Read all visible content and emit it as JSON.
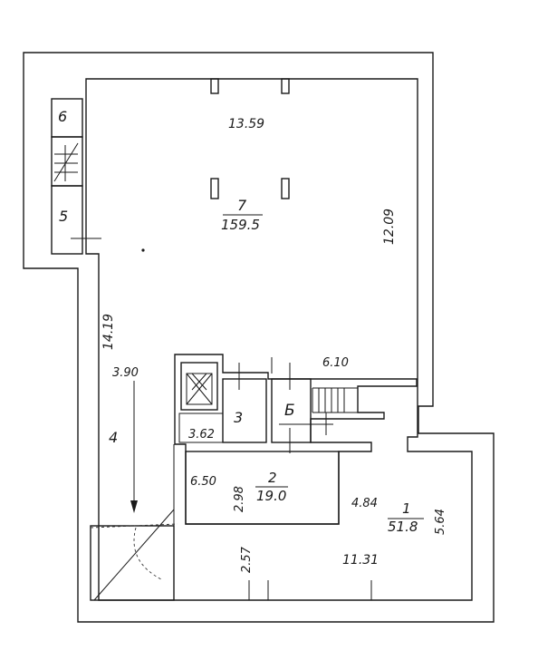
{
  "rooms": [
    {
      "number": "7",
      "area": "159.5"
    },
    {
      "number": "1",
      "area": "51.8"
    },
    {
      "number": "2",
      "area": "19.0"
    },
    {
      "number": "3"
    },
    {
      "number": "4"
    },
    {
      "number": "5"
    },
    {
      "number": "6"
    },
    {
      "number": "Б"
    }
  ],
  "dimensions": [
    "13.59",
    "12.09",
    "14.19",
    "6.10",
    "3.90",
    "3.62",
    "6.50",
    "2.98",
    "4.84",
    "5.64",
    "2.57",
    "11.31"
  ]
}
